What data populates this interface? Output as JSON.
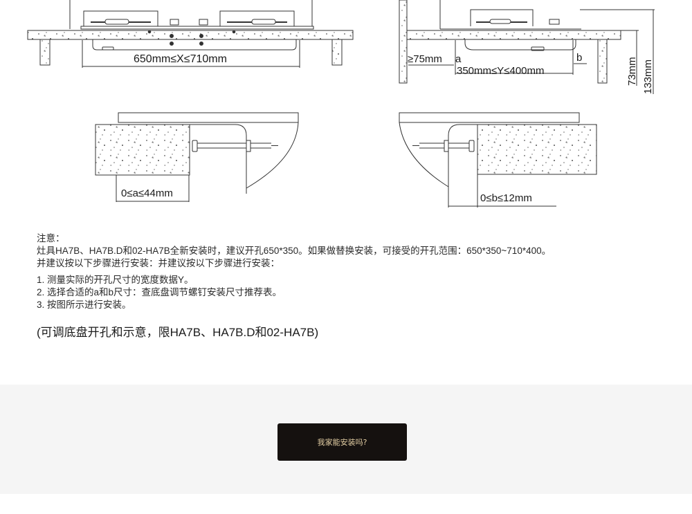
{
  "diagram": {
    "front_view_width_label": "650mm≤X≤710mm",
    "side_view": {
      "edge_distance_label": "≥75mm",
      "depth_label": "350mm≤Y≤400mm",
      "marker_a": "a",
      "marker_b": "b",
      "height_73_label": "73mm",
      "height_133_label": "133mm"
    },
    "detail_a_label": "0≤a≤44mm",
    "detail_b_label": "0≤b≤12mm"
  },
  "notes": {
    "title": "注意：",
    "lines": [
      "灶具HA7B、HA7B.D和02-HA7B全新安装时，建议开孔650*350。如果做替换安装，可接受的开孔范围：650*350~710*400。",
      "并建议按以下步骤进行安装：并建议按以下步骤进行安装："
    ],
    "steps": [
      "1. 测量实际的开孔尺寸的宽度数据Y。",
      "2. 选择合适的a和b尺寸：查底盘调节螺钉安装尺寸推荐表。",
      "3. 按图所示进行安装。"
    ]
  },
  "caption": "(可调底盘开孔和示意，限HA7B、HA7B.D和02-HA7B)",
  "cta": {
    "label": "我家能安装吗?"
  }
}
